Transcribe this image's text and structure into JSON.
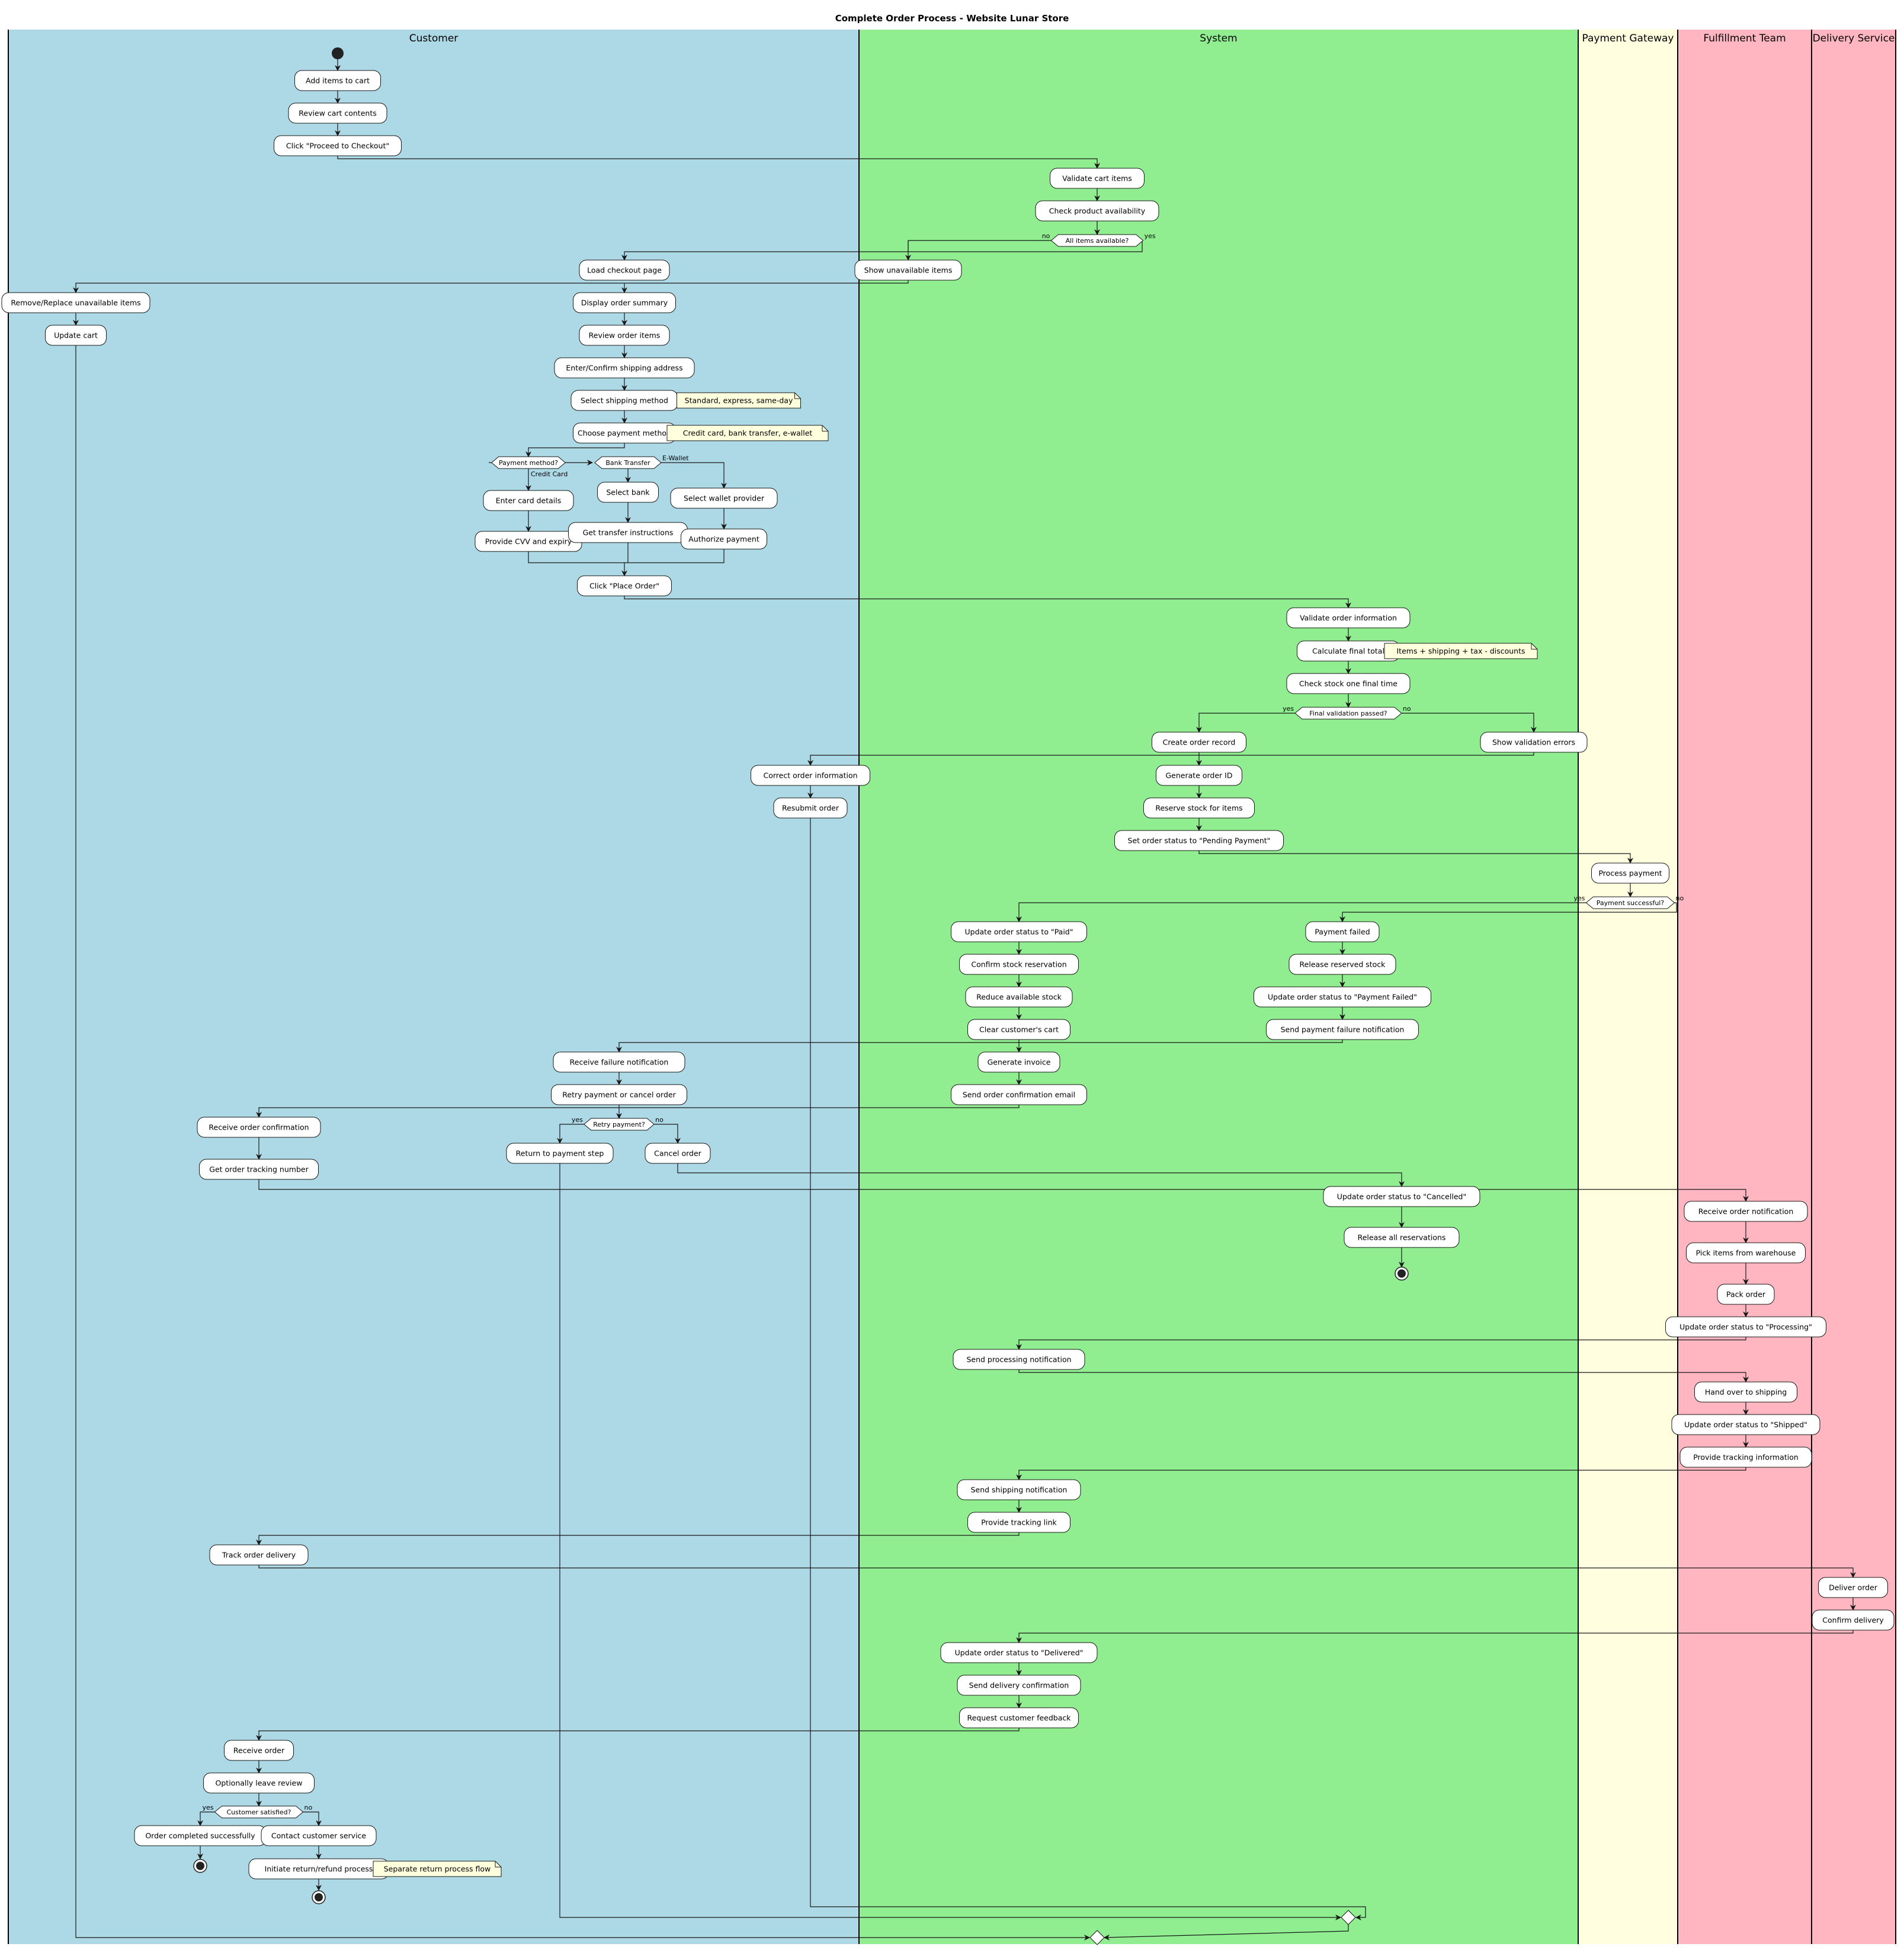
{
  "title": "Complete Order Process - Website Lunar Store",
  "lanes": [
    {
      "id": "customer",
      "label": "Customer",
      "color": "#ADD8E6"
    },
    {
      "id": "system",
      "label": "System",
      "color": "#90EE90"
    },
    {
      "id": "payment",
      "label": "Payment Gateway",
      "color": "#FFFFE0"
    },
    {
      "id": "fulfillment",
      "label": "Fulfillment Team",
      "color": "#FFB6C1"
    },
    {
      "id": "delivery",
      "label": "Delivery Service",
      "color": "#FFB6C1"
    }
  ],
  "activities": [
    {
      "id": "add_items",
      "label": "Add items to cart"
    },
    {
      "id": "review_cart",
      "label": "Review cart contents"
    },
    {
      "id": "proceed_checkout",
      "label": "Click \"Proceed to Checkout\""
    },
    {
      "id": "validate_cart",
      "label": "Validate cart items"
    },
    {
      "id": "check_avail",
      "label": "Check product availability"
    },
    {
      "id": "load_checkout",
      "label": "Load checkout page"
    },
    {
      "id": "show_unavail",
      "label": "Show unavailable items"
    },
    {
      "id": "remove_replace",
      "label": "Remove/Replace unavailable items"
    },
    {
      "id": "update_cart",
      "label": "Update cart"
    },
    {
      "id": "display_summary",
      "label": "Display order summary"
    },
    {
      "id": "review_items",
      "label": "Review order items"
    },
    {
      "id": "enter_address",
      "label": "Enter/Confirm shipping address"
    },
    {
      "id": "select_shipping",
      "label": "Select shipping method"
    },
    {
      "id": "choose_payment",
      "label": "Choose payment method"
    },
    {
      "id": "enter_card",
      "label": "Enter card details"
    },
    {
      "id": "provide_cvv",
      "label": "Provide CVV and expiry"
    },
    {
      "id": "select_bank",
      "label": "Select bank"
    },
    {
      "id": "get_transfer",
      "label": "Get transfer instructions"
    },
    {
      "id": "select_wallet",
      "label": "Select wallet provider"
    },
    {
      "id": "authorize_payment",
      "label": "Authorize payment"
    },
    {
      "id": "place_order",
      "label": "Click \"Place Order\""
    },
    {
      "id": "validate_order",
      "label": "Validate order information"
    },
    {
      "id": "calc_total",
      "label": "Calculate final total"
    },
    {
      "id": "check_stock",
      "label": "Check stock one final time"
    },
    {
      "id": "create_record",
      "label": "Create order record"
    },
    {
      "id": "show_errors",
      "label": "Show validation errors"
    },
    {
      "id": "correct_info",
      "label": "Correct order information"
    },
    {
      "id": "resubmit",
      "label": "Resubmit order"
    },
    {
      "id": "gen_id",
      "label": "Generate order ID"
    },
    {
      "id": "reserve_stock",
      "label": "Reserve stock for items"
    },
    {
      "id": "set_pending",
      "label": "Set order status to \"Pending Payment\""
    },
    {
      "id": "process_payment",
      "label": "Process payment"
    },
    {
      "id": "status_paid",
      "label": "Update order status to \"Paid\""
    },
    {
      "id": "payment_failed",
      "label": "Payment failed"
    },
    {
      "id": "confirm_reservation",
      "label": "Confirm stock reservation"
    },
    {
      "id": "release_reserved",
      "label": "Release reserved stock"
    },
    {
      "id": "reduce_stock",
      "label": "Reduce available stock"
    },
    {
      "id": "status_failed",
      "label": "Update order status to \"Payment Failed\""
    },
    {
      "id": "clear_cart",
      "label": "Clear customer's cart"
    },
    {
      "id": "send_failure",
      "label": "Send payment failure notification"
    },
    {
      "id": "receive_failure",
      "label": "Receive failure notification"
    },
    {
      "id": "gen_invoice",
      "label": "Generate invoice"
    },
    {
      "id": "retry_or_cancel",
      "label": "Retry payment or cancel order"
    },
    {
      "id": "send_confirmation",
      "label": "Send order confirmation email"
    },
    {
      "id": "receive_confirmation",
      "label": "Receive order confirmation"
    },
    {
      "id": "return_payment",
      "label": "Return to payment step"
    },
    {
      "id": "cancel_order",
      "label": "Cancel order"
    },
    {
      "id": "get_tracking_number",
      "label": "Get order tracking number"
    },
    {
      "id": "status_cancelled",
      "label": "Update order status to \"Cancelled\""
    },
    {
      "id": "receive_order_notif",
      "label": "Receive order notification"
    },
    {
      "id": "release_all",
      "label": "Release all reservations"
    },
    {
      "id": "pick_items",
      "label": "Pick items from warehouse"
    },
    {
      "id": "pack_order",
      "label": "Pack order"
    },
    {
      "id": "status_processing",
      "label": "Update order status to \"Processing\""
    },
    {
      "id": "send_processing",
      "label": "Send processing notification"
    },
    {
      "id": "hand_over",
      "label": "Hand over to shipping"
    },
    {
      "id": "status_shipped",
      "label": "Update order status to \"Shipped\""
    },
    {
      "id": "provide_tracking_info",
      "label": "Provide tracking information"
    },
    {
      "id": "send_shipping",
      "label": "Send shipping notification"
    },
    {
      "id": "provide_tracking_link",
      "label": "Provide tracking link"
    },
    {
      "id": "track_delivery",
      "label": "Track order delivery"
    },
    {
      "id": "deliver_order",
      "label": "Deliver order"
    },
    {
      "id": "confirm_delivery",
      "label": "Confirm delivery"
    },
    {
      "id": "status_delivered",
      "label": "Update order status to \"Delivered\""
    },
    {
      "id": "send_delivery_conf",
      "label": "Send delivery confirmation"
    },
    {
      "id": "request_feedback",
      "label": "Request customer feedback"
    },
    {
      "id": "receive_order",
      "label": "Receive order"
    },
    {
      "id": "leave_review",
      "label": "Optionally leave review"
    },
    {
      "id": "order_completed",
      "label": "Order completed successfully"
    },
    {
      "id": "contact_cs",
      "label": "Contact customer service"
    },
    {
      "id": "initiate_return",
      "label": "Initiate return/refund process"
    }
  ],
  "decisions": [
    {
      "id": "all_avail",
      "label": "All items available?",
      "left": "no",
      "right": "yes"
    },
    {
      "id": "pay_method",
      "label": "Payment method?",
      "down": "Credit Card"
    },
    {
      "id": "bank_transfer",
      "label": "Bank Transfer",
      "right": "E-Wallet"
    },
    {
      "id": "final_valid",
      "label": "Final validation passed?",
      "left": "yes",
      "right": "no"
    },
    {
      "id": "pay_success",
      "label": "Payment successful?",
      "left": "yes",
      "right": "no"
    },
    {
      "id": "retry_payment",
      "label": "Retry payment?",
      "left": "yes",
      "right": "no"
    },
    {
      "id": "satisfied",
      "label": "Customer satisfied?",
      "left": "yes",
      "right": "no"
    }
  ],
  "notes": [
    {
      "id": "note_shipping",
      "text": "Standard, express, same-day"
    },
    {
      "id": "note_payment",
      "text": "Credit card, bank transfer, e-wallet"
    },
    {
      "id": "note_total",
      "text": "Items + shipping + tax - discounts"
    },
    {
      "id": "note_return",
      "text": "Separate return process flow"
    }
  ],
  "colors": {
    "activity_fill": "#FFFFFF",
    "note_fill": "#FEFFDD",
    "line": "#181818",
    "node": "#222222"
  }
}
